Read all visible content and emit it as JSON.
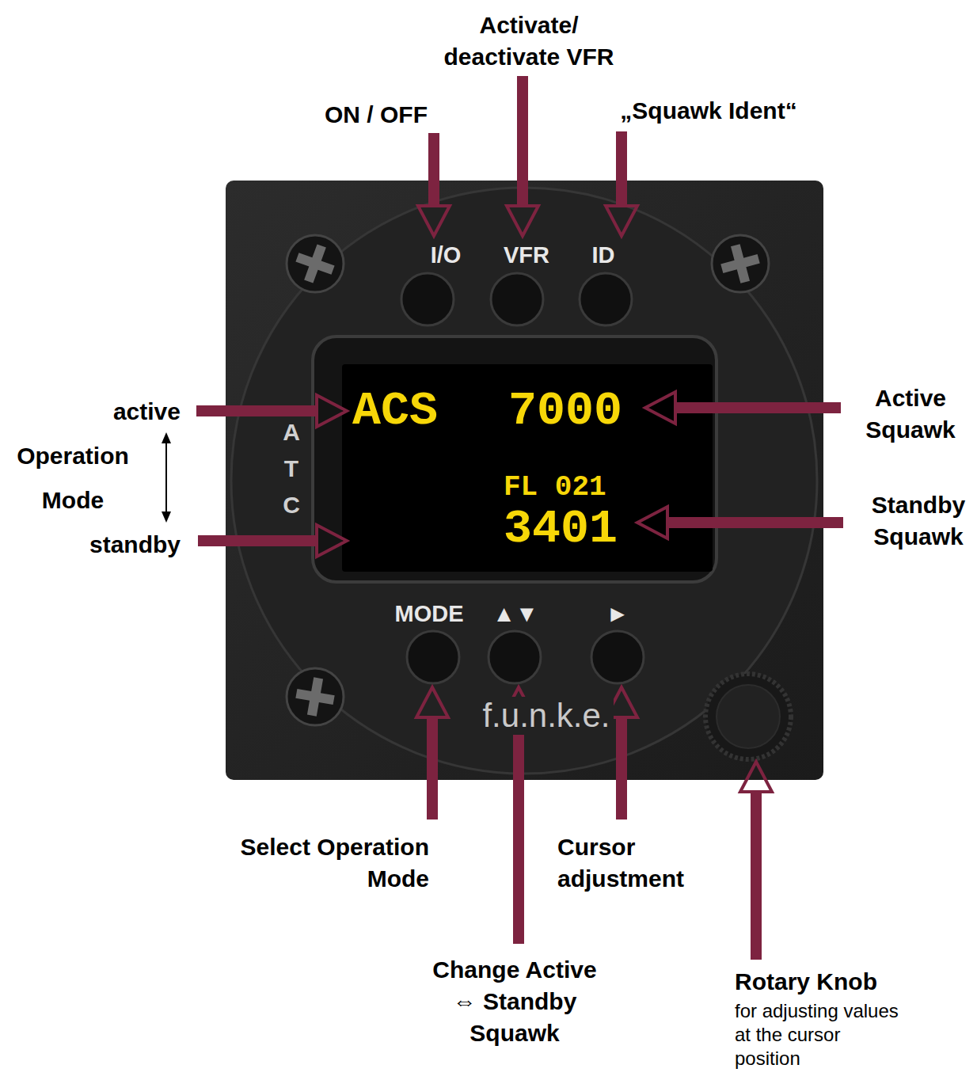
{
  "diagram": {
    "nodes": [
      {
        "text": [
          "I/O",
          "VFR",
          "ID",
          "A T C",
          "MODE",
          "▲▼",
          "►",
          "f.u.n.k.e."
        ]
      },
      {
        "text": [
          "ACS",
          "7000",
          "FL 021",
          "3401"
        ],
        "in": 0
      }
    ],
    "labels": [
      "Activate/ deactivate VFR",
      "ON / OFF",
      "„Squawk Ident“",
      "active",
      "Operation Mode",
      "standby",
      "Active Squawk",
      "Standby Squawk",
      "Select Operation Mode",
      "Cursor adjustment",
      "Change Active ⇔ Standby Squawk",
      "Rotary Knob",
      "for adjusting values at the cursor position"
    ]
  }
}
